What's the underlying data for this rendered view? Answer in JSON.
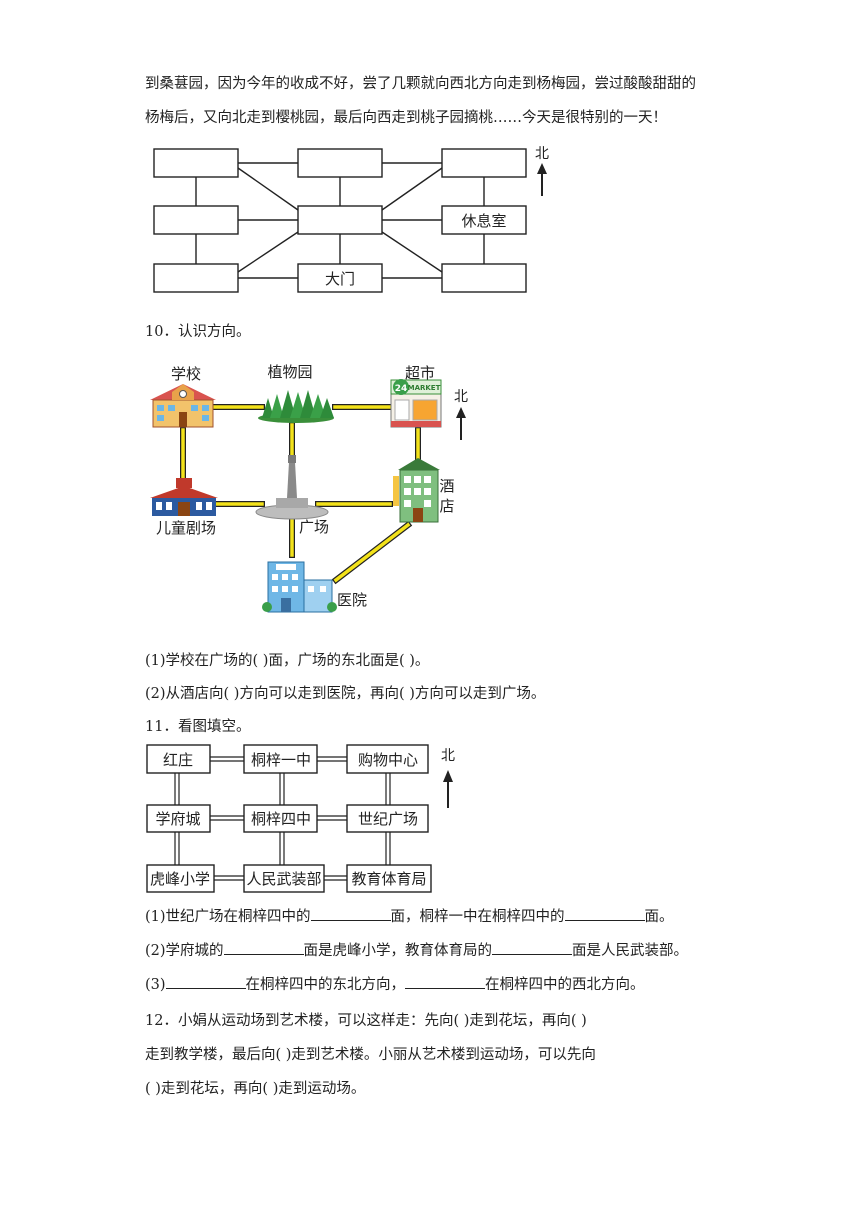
{
  "intro": {
    "line1": "到桑葚园，因为今年的收成不好，尝了几颗就向西北方向走到杨梅园，尝过酸酸甜甜的",
    "line2": "杨梅后，又向北走到樱桃园，最后向西走到桃子园摘桃……今天是很特别的一天！"
  },
  "map1": {
    "north": "北",
    "rest": "休息室",
    "gate": "大门"
  },
  "q10": {
    "title": "10．认识方向。",
    "north": "北",
    "labels": {
      "school": "学校",
      "garden": "植物园",
      "market": "超市",
      "hotel1": "酒",
      "hotel2": "店",
      "theater": "儿童剧场",
      "square": "广场",
      "hospital": "医院",
      "market_sign_num": "24",
      "market_sign_text": "MARKET"
    },
    "p1": "(1)学校在广场的(                  )面，广场的东北面是(                  )。",
    "p2": "(2)从酒店向(                  )方向可以走到医院，再向(                  )方向可以走到广场。"
  },
  "q11": {
    "title": "11．看图填空。",
    "north": "北",
    "grid": [
      [
        "红庄",
        "桐梓一中",
        "购物中心"
      ],
      [
        "学府城",
        "桐梓四中",
        "世纪广场"
      ],
      [
        "虎峰小学",
        "人民武装部",
        "教育体育局"
      ]
    ],
    "p1a": "(1)世纪广场在桐梓四中的",
    "p1b": "面，桐梓一中在桐梓四中的",
    "p1c": "面。",
    "p2a": "(2)学府城的",
    "p2b": "面是虎峰小学，教育体育局的",
    "p2c": "面是人民武装部。",
    "p3a": "(3)",
    "p3b": "在桐梓四中的东北方向，",
    "p3c": "在桐梓四中的西北方向。"
  },
  "q12": {
    "line1": "12．小娟从运动场到艺术楼，可以这样走：先向(              )走到花坛，再向(              )",
    "line2": "走到教学楼，最后向(              )走到艺术楼。小丽从艺术楼到运动场，可以先向",
    "line3": "(              )走到花坛，再向(              )走到运动场。"
  }
}
